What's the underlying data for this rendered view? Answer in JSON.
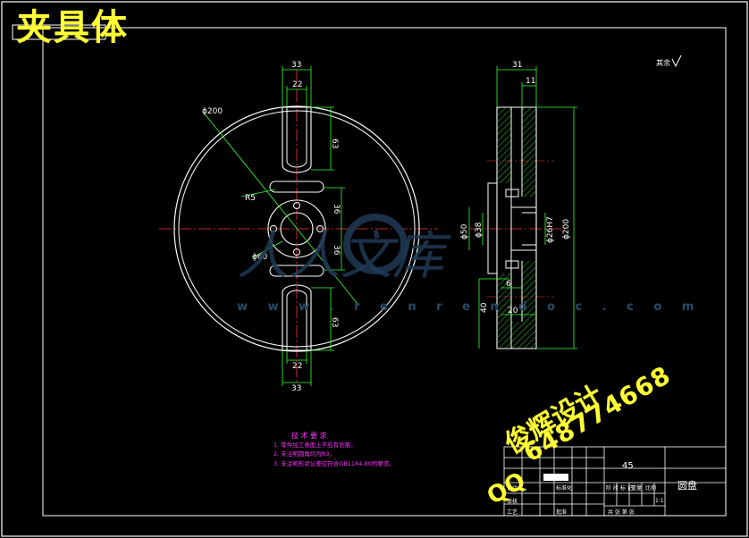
{
  "title": "夹具体",
  "watermark": {
    "line1": "俊辉设计",
    "line2": "648774668",
    "qq": "QQ",
    "site_logo_text": "人人文库",
    "site_url": "w w w . r e n r e n d o c . c o m"
  },
  "corner_mark": "其余",
  "front_view": {
    "dims": {
      "top_slot_outer": "33",
      "top_slot_inner": "22",
      "top_slot_len": "63",
      "outer_dia": "ϕ200",
      "radius": "R5",
      "hole_dist_top": "36",
      "hole_dist_bottom": "36",
      "center_dia": "ϕ60",
      "bottom_slot_inner": "22",
      "bottom_slot_outer": "33",
      "bottom_slot_len": "63"
    }
  },
  "side_view": {
    "dims": {
      "width_total": "31",
      "width_hub": "11",
      "hub_dia": "ϕ50",
      "bore_dia": "ϕ38",
      "bore_dia2": "ϕ26H7",
      "outer_dia": "ϕ200",
      "step_a": "6",
      "step_b": "20",
      "height_b": "40"
    }
  },
  "notes": {
    "heading": "技 术 要 求",
    "items": [
      "1. 零件加工表面上不应有划痕。",
      "2. 未注明圆角均为R3。",
      "3. 未注明形状公差应符合GB1184-80的要求。"
    ]
  },
  "title_block": {
    "material": "45",
    "part_name": "圆盘",
    "scale": "1:1",
    "labels": {
      "design": "设计",
      "check": "审核",
      "process": "工艺",
      "standard": "标准化",
      "approve": "批准",
      "stage_mark": "阶 段 标 记",
      "weight": "重量",
      "ratio": "比例",
      "sheets": "共 张 第 张"
    }
  },
  "colors": {
    "frame": "#ffffff",
    "outline": "#ffffff",
    "dimension": "#33ff33",
    "centerline": "#ff3333",
    "notes": "#ff33ff",
    "hatch": "#33ff33",
    "watermark": "#ffff33"
  }
}
